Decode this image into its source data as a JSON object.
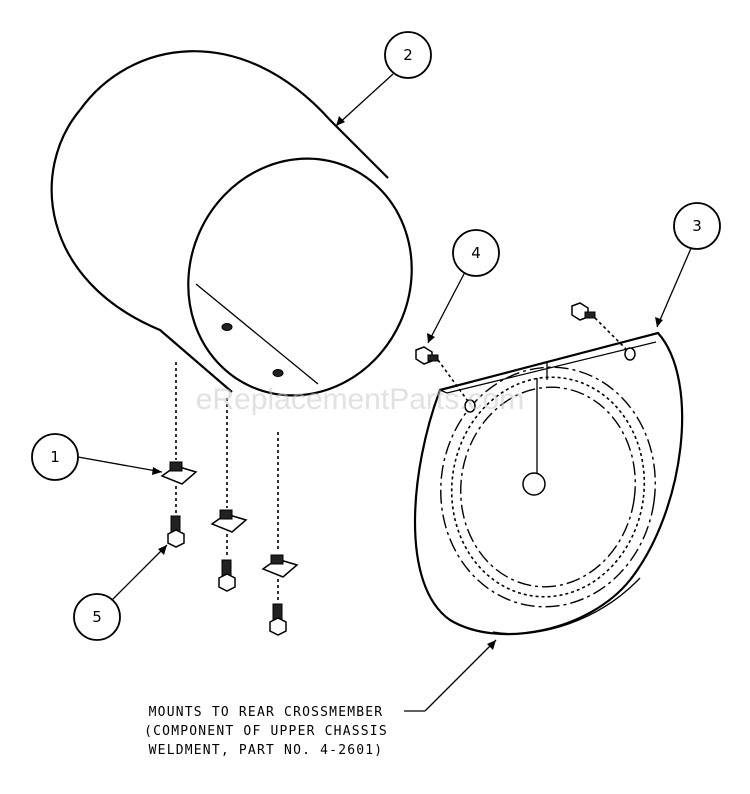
{
  "diagram": {
    "callouts": [
      {
        "id": "1",
        "label": "1"
      },
      {
        "id": "2",
        "label": "2"
      },
      {
        "id": "3",
        "label": "3"
      },
      {
        "id": "4",
        "label": "4"
      },
      {
        "id": "5",
        "label": "5"
      }
    ],
    "note_lines": [
      "MOUNTS TO REAR CROSSMEMBER",
      "(COMPONENT OF UPPER CHASSIS",
      "WELDMENT, PART NO. 4-2601)"
    ],
    "watermark": "eReplacementParts.com"
  }
}
